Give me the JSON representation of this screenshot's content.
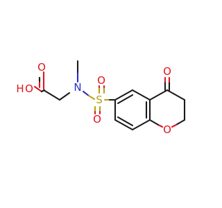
{
  "molecule": {
    "colors": {
      "carbon_bond": "#1a1a1a",
      "oxygen": "#e0141e",
      "nitrogen": "#2a2acc",
      "sulfur": "#b8a016",
      "background": "#ffffff"
    },
    "atoms": {
      "hydroxyl_o": "O",
      "hydroxyl_h": "H",
      "carbonyl_o_acid": "O",
      "nitrogen": "N",
      "sulfur": "S",
      "sulfonyl_o_top": "O",
      "sulfonyl_o_bottom": "O",
      "ketone_o": "O",
      "ring_o": "O"
    }
  }
}
